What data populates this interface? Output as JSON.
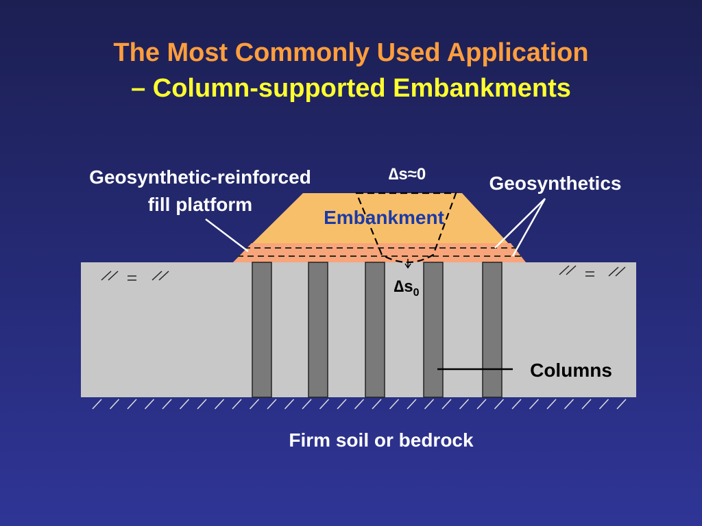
{
  "slide": {
    "title_line1": "The Most Commonly Used Application",
    "title_line2": "– Column-supported Embankments"
  },
  "diagram": {
    "labels": {
      "fill_platform_line1": "Geosynthetic-reinforced",
      "fill_platform_line2": "fill platform",
      "delta_s_top": "∆s≈0",
      "geosynthetics": "Geosynthetics",
      "embankment": "Embankment",
      "delta_s_bottom_main": "∆s",
      "delta_s_bottom_sub": "0",
      "columns": "Columns",
      "firm_soil": "Firm soil or bedrock"
    },
    "colors": {
      "embankment": "#f8bf6a",
      "platform": "#f9a47a",
      "soil": "#c8c8c8",
      "column": "#7a7a7a",
      "embankment_text": "#1a3aa8"
    },
    "column_count": 5,
    "geosynthetic_layers": 2
  }
}
